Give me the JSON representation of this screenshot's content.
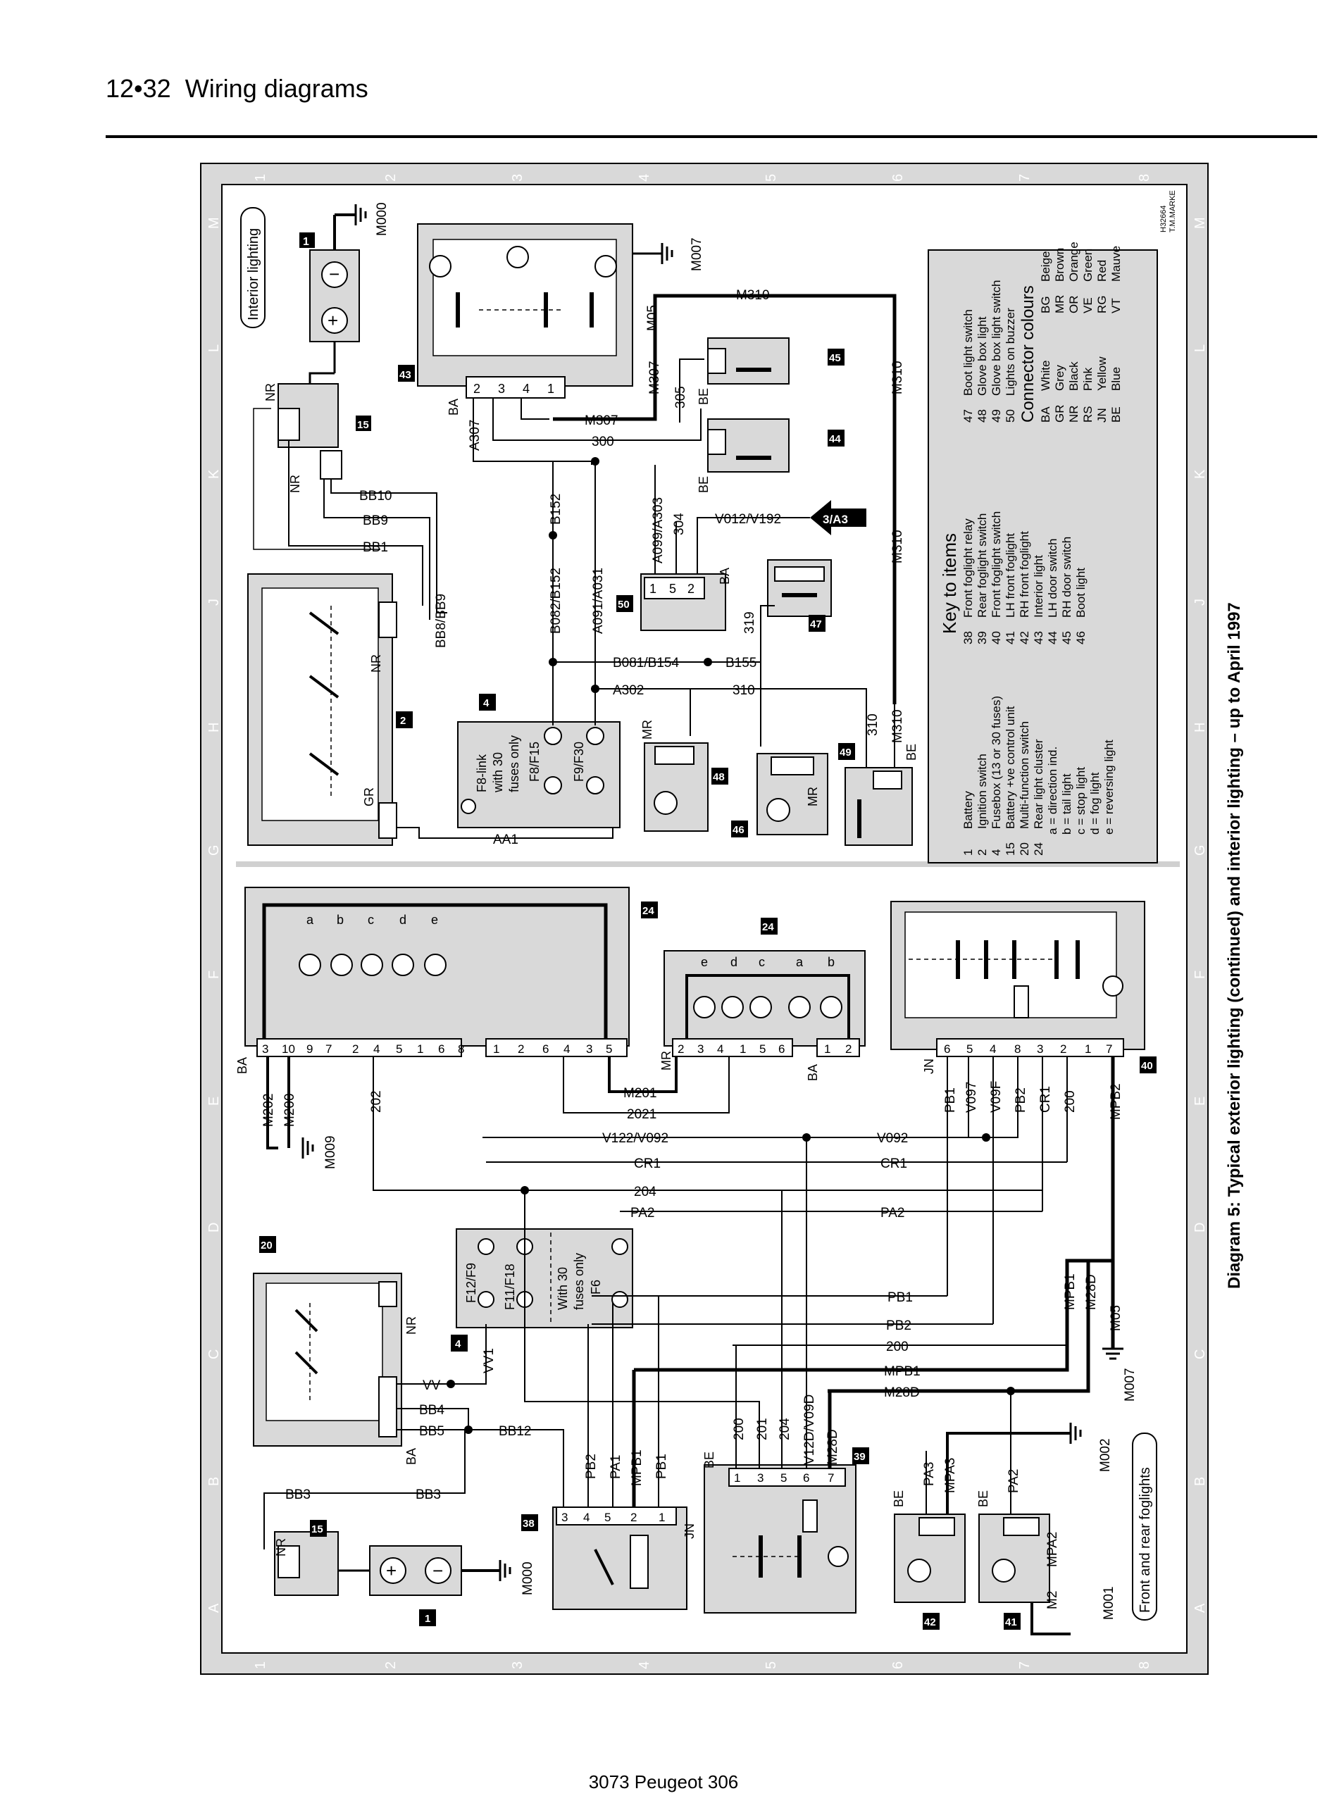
{
  "header": {
    "page_ref": "12•32",
    "title": "Wiring diagrams"
  },
  "footer": {
    "text": "3073 Peugeot 306"
  },
  "diagram": {
    "caption": "Diagram 5:  Typical exterior lighting (continued) and interior lighting – up to April 1997",
    "grid_columns": [
      "1",
      "2",
      "3",
      "4",
      "5",
      "6",
      "7",
      "8"
    ],
    "grid_rows": [
      "A",
      "B",
      "C",
      "D",
      "E",
      "F",
      "G",
      "H",
      "J",
      "K",
      "L",
      "M"
    ],
    "panel_labels": {
      "top": "Interior lighting",
      "bottom": "Front and rear foglights"
    },
    "drawing_ref": [
      "H32664",
      "T.M.MARKE"
    ],
    "reference_tag": "3/A3",
    "key": {
      "heading": "Key to items",
      "items": [
        {
          "num": "1",
          "text": "Battery"
        },
        {
          "num": "2",
          "text": "Ignition switch"
        },
        {
          "num": "4",
          "text": "Fusebox (13 or 30 fuses)"
        },
        {
          "num": "15",
          "text": "Battery +ve control unit"
        },
        {
          "num": "20",
          "text": "Multi-function switch"
        },
        {
          "num": "24",
          "text": "Rear light cluster"
        },
        {
          "num": "",
          "text": "a  =  direction ind."
        },
        {
          "num": "",
          "text": "b  =  tail light"
        },
        {
          "num": "",
          "text": "c  =  stop light"
        },
        {
          "num": "",
          "text": "d  =  fog light"
        },
        {
          "num": "",
          "text": "e  =  reversing light"
        },
        {
          "num": "38",
          "text": "Front foglight relay"
        },
        {
          "num": "39",
          "text": "Rear foglight switch"
        },
        {
          "num": "40",
          "text": "Front foglight switch"
        },
        {
          "num": "41",
          "text": "LH front foglight"
        },
        {
          "num": "42",
          "text": "RH front foglight"
        },
        {
          "num": "43",
          "text": "Interior light"
        },
        {
          "num": "44",
          "text": "LH door switch"
        },
        {
          "num": "45",
          "text": "RH door switch"
        },
        {
          "num": "46",
          "text": "Boot light"
        },
        {
          "num": "47",
          "text": "Boot light switch"
        },
        {
          "num": "48",
          "text": "Glove box light"
        },
        {
          "num": "49",
          "text": "Glove box light switch"
        },
        {
          "num": "50",
          "text": "Lights on buzzer"
        }
      ],
      "connector_heading": "Connector colours",
      "connectors": [
        {
          "code": "BA",
          "name": "White"
        },
        {
          "code": "GR",
          "name": "Grey"
        },
        {
          "code": "NR",
          "name": "Black"
        },
        {
          "code": "RS",
          "name": "Pink"
        },
        {
          "code": "JN",
          "name": "Yellow"
        },
        {
          "code": "BE",
          "name": "Blue"
        },
        {
          "code": "BG",
          "name": "Beige"
        },
        {
          "code": "MR",
          "name": "Brown"
        },
        {
          "code": "OR",
          "name": "Orange"
        },
        {
          "code": "VE",
          "name": "Green"
        },
        {
          "code": "RG",
          "name": "Red"
        },
        {
          "code": "VT",
          "name": "Mauve"
        }
      ]
    },
    "component_tags": {
      "t1a": "1",
      "t15a": "15",
      "t43": "43",
      "t2": "2",
      "t4a": "4",
      "t50": "50",
      "t44": "44",
      "t45": "45",
      "t47": "47",
      "t48": "48",
      "t46": "46",
      "t49": "49",
      "t24a": "24",
      "t24b": "24",
      "t40": "40",
      "t20": "20",
      "t4b": "4",
      "t38": "38",
      "t39": "39",
      "t1b": "1",
      "t15b": "15",
      "t42": "42",
      "t41": "41"
    },
    "wire_labels": {
      "M000a": "M000",
      "M007a": "M007",
      "M05a": "M05",
      "M310a": "M310",
      "M310b": "M310",
      "M310c": "M310",
      "M310d": "M310",
      "M307": "M307",
      "M307b": "M307",
      "w305": "305",
      "w300": "300",
      "A307": "A307",
      "BB10": "BB10",
      "BB9": "BB9",
      "BB1": "BB1",
      "BB8BB9": "BB8/BB9",
      "B152": "B152",
      "B082": "B082/B152",
      "A091": "A091/A031",
      "A099": "A099/A303",
      "w304": "304",
      "V012": "V012/V192",
      "B081": "B081/B154",
      "B155": "B155",
      "A302": "A302",
      "w310": "310",
      "w310b": "310",
      "w319": "319",
      "AA1": "AA1",
      "fuse_note1": "F8-link",
      "fuse_note2": "with 30",
      "fuse_note3": "fuses only",
      "F8F15": "F8/F15",
      "F9F30": "F9/F30",
      "M202": "M202",
      "M200": "M200",
      "M009": "M009",
      "w202": "202",
      "M201": "M201",
      "w2021": "2021",
      "V122": "V122/V092",
      "V092": "V092",
      "CR1a": "CR1",
      "CR1b": "CR1",
      "w204": "204",
      "PA2a": "PA2",
      "PA2b": "PA2",
      "PB1": "PB1",
      "V097": "V097",
      "V09F": "V09F",
      "PB2": "PB2",
      "CR1c": "CR1",
      "w200": "200",
      "MPB2": "MPB2",
      "F12F9": "F12/F9",
      "F11F18": "F11/F18",
      "With30a": "With 30",
      "With30b": "fuses only",
      "F6": "F6",
      "PB1b": "PB1",
      "PB2b": "PB2",
      "w200b": "200",
      "MPB1": "MPB1",
      "M28D": "M28D",
      "VV": "VV",
      "VV1": "VV1",
      "BB4": "BB4",
      "BB5": "BB5",
      "BB12": "BB12",
      "BB3a": "BB3",
      "BB3b": "BB3",
      "M000b": "M000",
      "PB2c": "PB2",
      "PA1": "PA1",
      "MPB1b": "MPB1",
      "PB1c": "PB1",
      "w200c": "200",
      "w201": "201",
      "w204b": "204",
      "V12D": "V12D/V09D",
      "M28Db": "M28D",
      "PA3": "PA3",
      "MPA3": "MPA3",
      "PA2c": "PA2",
      "MPA2": "MPA2",
      "M2": "M2",
      "M001": "M001",
      "M002": "M002",
      "M007b": "M007",
      "MPB1c": "MPB1",
      "M28Dc": "M28D",
      "M05b": "M05"
    },
    "connector_codes": {
      "NR": "NR",
      "BA": "BA",
      "GR": "GR",
      "BE": "BE",
      "MR": "MR",
      "JN": "JN"
    }
  }
}
